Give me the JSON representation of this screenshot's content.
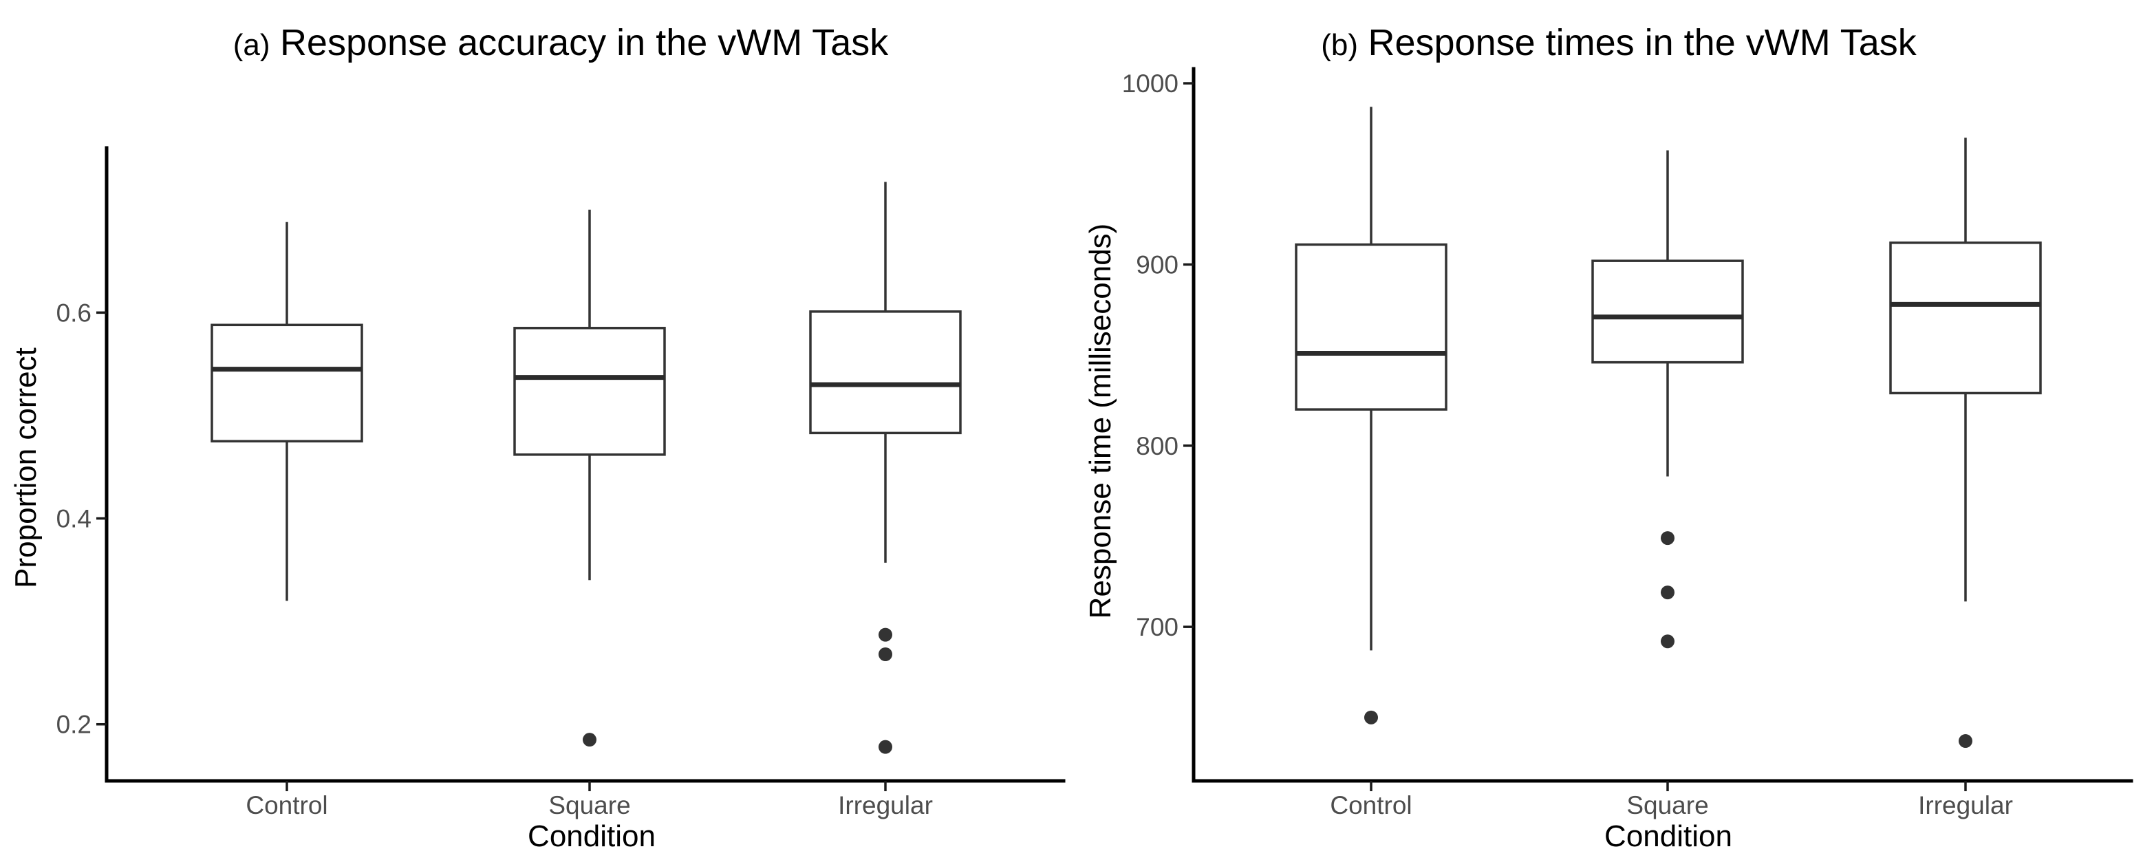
{
  "figure": {
    "background": "#ffffff",
    "colors": {
      "box_stroke": "#333333",
      "median_stroke": "#2b2b2b",
      "outlier_fill": "#333333",
      "axis_line": "#000000",
      "tick_label": "#4d4d4d",
      "title_text": "#000000"
    }
  },
  "chart_data": [
    {
      "type": "boxplot",
      "tag": "(a)",
      "title": "Response accuracy in the vWM Task",
      "xlabel": "Condition",
      "ylabel": "Proportion correct",
      "categories": [
        "Control",
        "Square",
        "Irregular"
      ],
      "ylim": [
        0.145,
        0.76
      ],
      "yticks": [
        0.2,
        0.4,
        0.6
      ],
      "ytick_labels": [
        "0.2",
        "0.4",
        "0.6"
      ],
      "grid": false,
      "legend": false,
      "boxes": [
        {
          "category": "Control",
          "whisker_low": 0.32,
          "q1": 0.475,
          "median": 0.545,
          "q3": 0.588,
          "whisker_high": 0.688,
          "outliers": []
        },
        {
          "category": "Square",
          "whisker_low": 0.34,
          "q1": 0.462,
          "median": 0.537,
          "q3": 0.585,
          "whisker_high": 0.7,
          "outliers": [
            0.185
          ]
        },
        {
          "category": "Irregular",
          "whisker_low": 0.357,
          "q1": 0.483,
          "median": 0.53,
          "q3": 0.601,
          "whisker_high": 0.727,
          "outliers": [
            0.287,
            0.268,
            0.178
          ]
        }
      ]
    },
    {
      "type": "boxplot",
      "tag": "(b)",
      "title": "Response times in the vWM Task",
      "xlabel": "Condition",
      "ylabel": "Response time (milliseconds)",
      "categories": [
        "Control",
        "Square",
        "Irregular"
      ],
      "ylim": [
        615,
        1008
      ],
      "yticks": [
        700,
        800,
        900,
        1000
      ],
      "ytick_labels": [
        "700",
        "800",
        "900",
        "1000"
      ],
      "grid": false,
      "legend": false,
      "boxes": [
        {
          "category": "Control",
          "whisker_low": 687,
          "q1": 820,
          "median": 851,
          "q3": 911,
          "whisker_high": 987,
          "outliers": [
            650
          ]
        },
        {
          "category": "Square",
          "whisker_low": 783,
          "q1": 846,
          "median": 871,
          "q3": 902,
          "whisker_high": 963,
          "outliers": [
            749,
            719,
            692
          ]
        },
        {
          "category": "Irregular",
          "whisker_low": 714,
          "q1": 829,
          "median": 878,
          "q3": 912,
          "whisker_high": 970,
          "outliers": [
            637
          ]
        }
      ]
    }
  ]
}
